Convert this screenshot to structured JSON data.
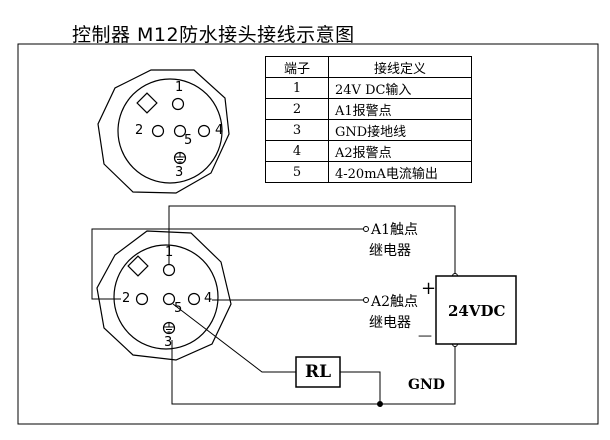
{
  "title": "控制器 M12防水接头接线示意图",
  "table": {
    "headers": [
      "端子",
      "接线定义"
    ],
    "rows": [
      {
        "terminal": "1",
        "definition": "24V DC输入"
      },
      {
        "terminal": "2",
        "definition": "A1报警点"
      },
      {
        "terminal": "3",
        "definition": "GND接地线"
      },
      {
        "terminal": "4",
        "definition": "A2报警点"
      },
      {
        "terminal": "5",
        "definition": "4-20mA电流输出"
      }
    ]
  },
  "pins": {
    "p1": "1",
    "p2": "2",
    "p3": "3",
    "p4": "4",
    "p5": "5",
    "ground_symbol": "⏚"
  },
  "relay1": {
    "line1": "A1触点",
    "line2": "继电器"
  },
  "relay2": {
    "line1": "A2触点",
    "line2": "继电器"
  },
  "power_supply": "24VDC",
  "plus_sign": "+",
  "minus_sign": "—",
  "load": "RL",
  "gnd": "GND"
}
